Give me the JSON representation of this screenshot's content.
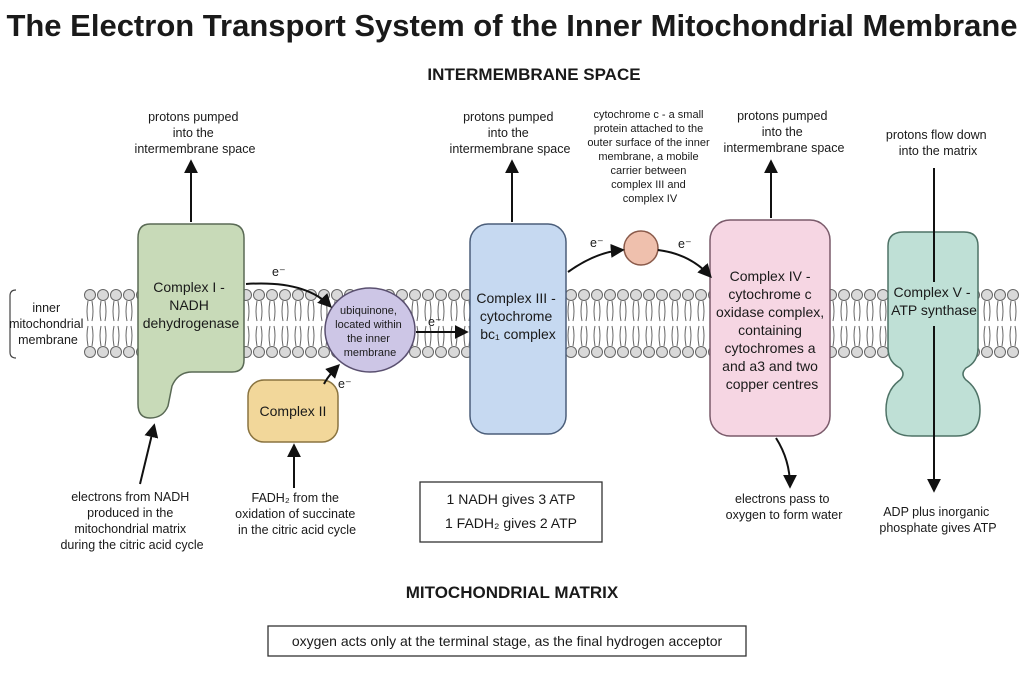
{
  "title": "The Electron Transport System of the Inner Mitochondrial Membrane",
  "regions": {
    "intermembrane": "INTERMEMBRANE SPACE",
    "matrix": "MITOCHONDRIAL MATRIX"
  },
  "membrane_label": [
    "inner",
    "mitochondrial",
    "membrane"
  ],
  "complexes": {
    "c1": {
      "lines": [
        "Complex I -",
        "NADH",
        "dehydrogenase"
      ],
      "color": "#c8dab8"
    },
    "c2": {
      "lines": [
        "Complex II"
      ],
      "color": "#f2d79a"
    },
    "ubiquinone": {
      "lines": [
        "ubiquinone,",
        "located within",
        "the inner",
        "membrane"
      ],
      "color": "#cdc6e6"
    },
    "c3": {
      "lines": [
        "Complex III -",
        "cytochrome",
        "bc₁ complex"
      ],
      "color": "#c6d9f1"
    },
    "cytc": {
      "color": "#efc0ad"
    },
    "c4": {
      "lines": [
        "Complex IV -",
        "cytochrome c",
        "oxidase complex,",
        "containing",
        "cytochromes a",
        "and a3 and two",
        "copper centres"
      ],
      "color": "#f6d6e3"
    },
    "c5": {
      "lines": [
        "Complex V -",
        "ATP synthase"
      ],
      "color": "#bfe0d6"
    }
  },
  "labels": {
    "protons1": [
      "protons pumped",
      "into the",
      "intermembrane space"
    ],
    "protons3": [
      "protons pumped",
      "into the",
      "intermembrane space"
    ],
    "protons4": [
      "protons pumped",
      "into the",
      "intermembrane space"
    ],
    "protons5": [
      "protons flow down",
      "into the matrix"
    ],
    "cytc_desc": [
      "cytochrome c - a small",
      "protein attached to the",
      "outer surface of the inner",
      "membrane, a mobile",
      "carrier between",
      "complex III and",
      "complex IV"
    ],
    "nadh_in": [
      "electrons from NADH",
      "produced in the",
      "mitochondrial matrix",
      "during the citric acid cycle"
    ],
    "fadh_in": [
      "FADH₂ from the",
      "oxidation of succinate",
      "in the citric acid cycle"
    ],
    "water": [
      "electrons pass to",
      "oxygen to form water"
    ],
    "atp": [
      "ADP plus inorganic",
      "phosphate gives ATP"
    ],
    "electron": "e⁻"
  },
  "summary": [
    "1 NADH gives 3 ATP",
    "1 FADH₂ gives 2 ATP"
  ],
  "footer": "oxygen acts only at the terminal stage, as the final hydrogen acceptor"
}
